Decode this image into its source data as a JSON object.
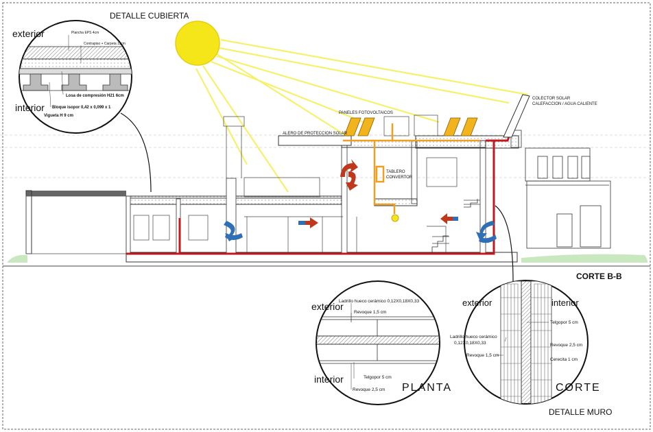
{
  "title_roof_detail": "DETALLE CUBIERTA",
  "title_section": "CORTE B-B",
  "title_wall_detail": "DETALLE MURO",
  "roof_detail": {
    "exterior": "exterior",
    "interior": "interior",
    "plancha": "Plancha EPS 4cm",
    "contrapiso": "Contrapiso + Carpeta 11cm",
    "losa": "Losa de compresión H21 6cm",
    "bloque": "Bloque isopor 0,42 x 0,099 x 1",
    "vigueta": "Vigueta H 9 cm"
  },
  "section_labels": {
    "paneles": "PANELES FOTOVOLTAICOS",
    "alero": "ALERO DE PROTECCION SOLAR",
    "colector_1": "COLECTOR SOLAR",
    "colector_2": "CALEFACCION / AGUA CALIENTE",
    "tablero_1": "TABLERO",
    "tablero_2": "CONVERTOR"
  },
  "planta_detail": {
    "exterior": "exterior",
    "interior": "interior",
    "ladrillo": "Ladrillo hueco cerámico 0,12X0,18X0,33",
    "revoque_top": "Revoque 1,5 cm",
    "telgopor": "Telgopor 5 cm",
    "revoque_bottom": "Revoque 2,5 cm",
    "caption": "PLANTA"
  },
  "corte_detail": {
    "exterior": "exterior",
    "interior": "interior",
    "telgopor": "Telgopor 5 cm",
    "ladrillo_1": "Ladrillo hueco cerámico",
    "ladrillo_2": "0,12X0,18X0,33",
    "revoque_25": "Revoque 2,5 cm",
    "revoque_15": "Revoque 1,5 cm",
    "cerecita": "Cerecita 1 cm",
    "caption": "CORTE"
  },
  "colors": {
    "sun": "#f5e61a",
    "rays": "#f7f06a",
    "panel": "#f2b41c",
    "heat_line": "#c0181c",
    "hot_arrow": "#c0381c",
    "cold_arrow": "#2f6fb5",
    "ground": "#c9e8c0",
    "orange_duct": "#f0a020"
  }
}
